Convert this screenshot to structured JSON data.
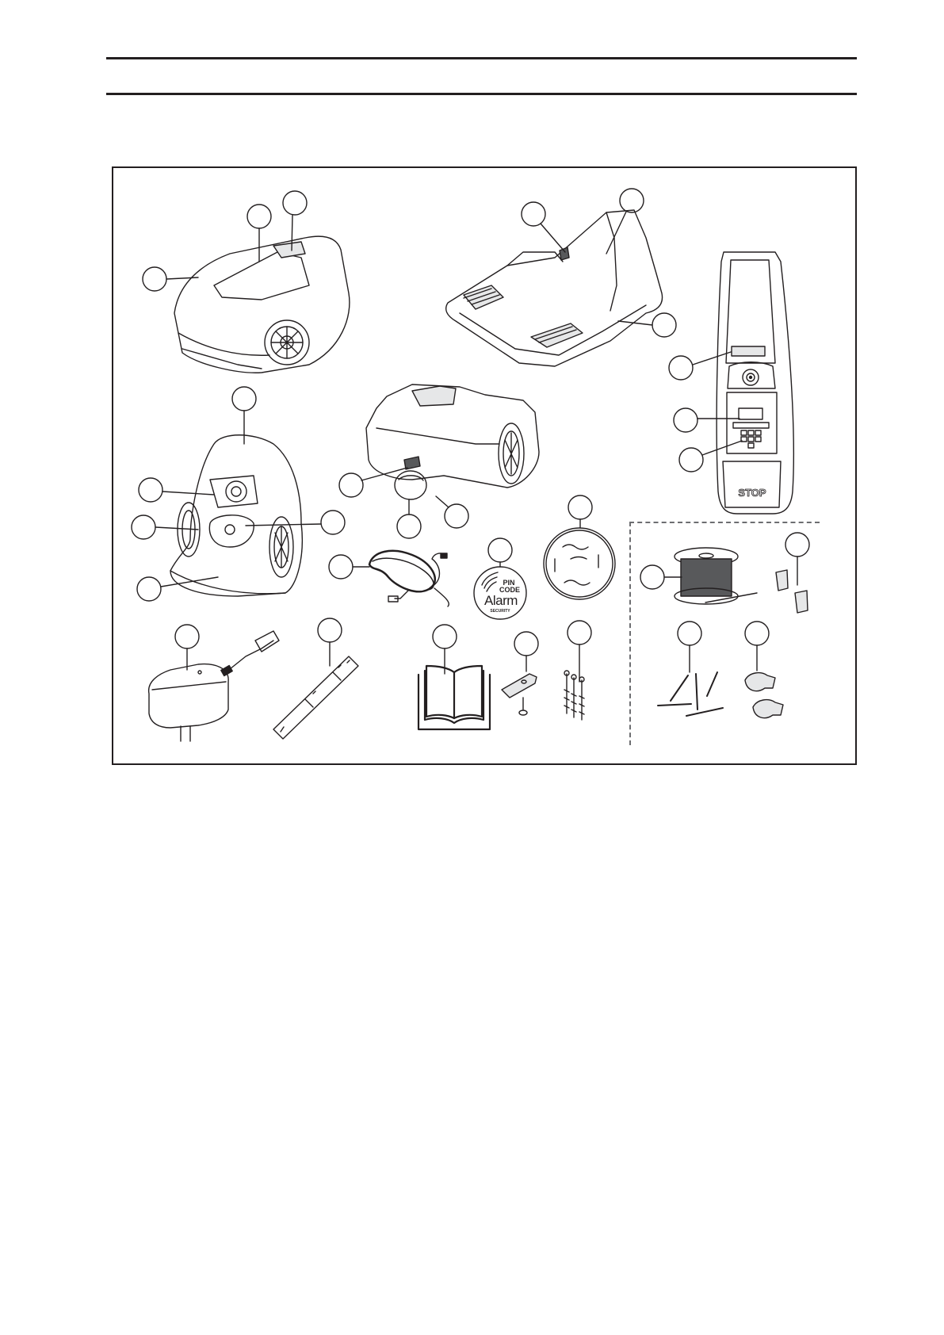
{
  "page": {
    "header_rules": 2,
    "figure": {
      "description": "Package contents / main components illustration (callouts unnumbered)",
      "items": [
        {
          "id": "mower-top-view",
          "callouts": 3
        },
        {
          "id": "charging-station",
          "callouts": 3
        },
        {
          "id": "control-panel-hatch",
          "callouts": 3
        },
        {
          "id": "mower-underside",
          "callouts": 5
        },
        {
          "id": "mower-rear-view",
          "callouts": 3
        },
        {
          "id": "low-voltage-cable",
          "callouts": 1
        },
        {
          "id": "alarm-sticker",
          "callouts": 1
        },
        {
          "id": "measure-template-disc",
          "callouts": 1
        },
        {
          "id": "power-supply",
          "callouts": 1
        },
        {
          "id": "measuring-gauge",
          "callouts": 1
        },
        {
          "id": "operator-manual",
          "callouts": 1
        },
        {
          "id": "blade-and-screw",
          "callouts": 1
        },
        {
          "id": "station-screws",
          "callouts": 1
        },
        {
          "id": "boundary-wire-reel",
          "callouts": 1
        },
        {
          "id": "wire-connectors",
          "callouts": 1
        },
        {
          "id": "wire-pegs",
          "callouts": 1
        },
        {
          "id": "couplers",
          "callouts": 1
        }
      ]
    },
    "control_panel": {
      "stop_label": "STOP"
    },
    "sticker": {
      "line1": "PIN",
      "line2": "CODE",
      "line3": "Alarm",
      "line4": "SECURITY"
    },
    "colors": {
      "ink": "#231f20",
      "dash": "#6d6e71",
      "fill_light": "#e6e7e8",
      "fill_dark": "#58595b"
    }
  }
}
